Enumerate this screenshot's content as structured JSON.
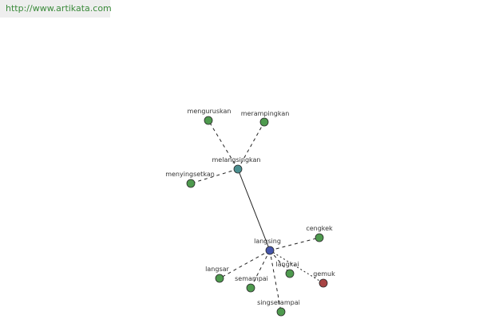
{
  "banner": {
    "url_text": "http://www.artikata.com"
  },
  "colors": {
    "synonym_node": "#4e9a4e",
    "hub_node": "#4a8f8f",
    "center_node": "#4455aa",
    "antonym_node": "#a84444",
    "edge": "#222222",
    "node_stroke": "#2a2a2a"
  },
  "graph": {
    "nodes": [
      {
        "id": "langsing",
        "label": "langsing",
        "kind": "center"
      },
      {
        "id": "melangsingkan",
        "label": "melangsingkan",
        "kind": "hub"
      },
      {
        "id": "menguruskan",
        "label": "menguruskan",
        "kind": "synonym"
      },
      {
        "id": "merampingkan",
        "label": "merampingkan",
        "kind": "synonym"
      },
      {
        "id": "menyingsetkan",
        "label": "menyingsetkan",
        "kind": "synonym"
      },
      {
        "id": "cengkek",
        "label": "cengkek",
        "kind": "synonym"
      },
      {
        "id": "langsar",
        "label": "langsar",
        "kind": "synonym"
      },
      {
        "id": "semampai",
        "label": "semampai",
        "kind": "synonym"
      },
      {
        "id": "langkai",
        "label": "langkai",
        "kind": "synonym"
      },
      {
        "id": "singsetampai",
        "label": "singsetampai",
        "kind": "synonym"
      },
      {
        "id": "gemuk",
        "label": "gemuk",
        "kind": "antonym"
      }
    ],
    "edges": [
      {
        "from": "langsing",
        "to": "melangsingkan",
        "style": "solid"
      },
      {
        "from": "melangsingkan",
        "to": "menguruskan",
        "style": "dashed"
      },
      {
        "from": "melangsingkan",
        "to": "merampingkan",
        "style": "dashed"
      },
      {
        "from": "melangsingkan",
        "to": "menyingsetkan",
        "style": "dashed"
      },
      {
        "from": "langsing",
        "to": "cengkek",
        "style": "dashed"
      },
      {
        "from": "langsing",
        "to": "langsar",
        "style": "dashed"
      },
      {
        "from": "langsing",
        "to": "semampai",
        "style": "dashed"
      },
      {
        "from": "langsing",
        "to": "langkai",
        "style": "dashed"
      },
      {
        "from": "langsing",
        "to": "singsetampai",
        "style": "dashed"
      },
      {
        "from": "langsing",
        "to": "gemuk",
        "style": "dotted"
      }
    ]
  }
}
